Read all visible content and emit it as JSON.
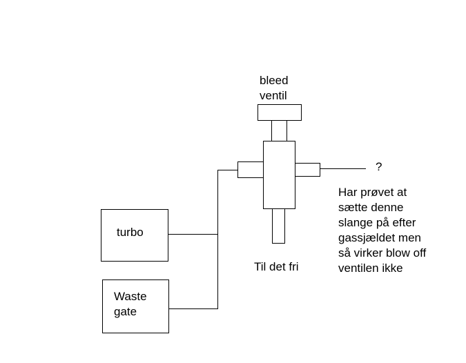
{
  "labels": {
    "bleed_valve_line1": "bleed",
    "bleed_valve_line2": "ventil",
    "turbo": "turbo",
    "waste_gate_line1": "Waste",
    "waste_gate_line2": "gate",
    "unknown_port": "?",
    "outlet": "Til det fri",
    "note_lines": [
      "Har prøvet at",
      "sætte denne",
      "slange på efter",
      "gassjældet men",
      "så virker blow off",
      "ventilen ikke"
    ]
  }
}
